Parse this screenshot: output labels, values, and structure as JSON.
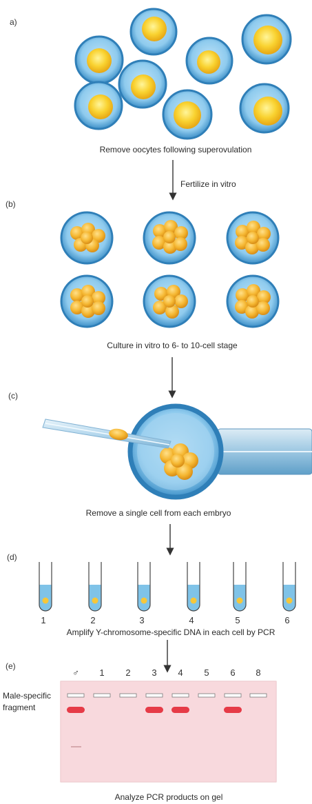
{
  "panels": {
    "a": {
      "label": "a)",
      "caption": "Remove oocytes following superovulation"
    },
    "arrow_ab": {
      "label": "Fertilize in vitro"
    },
    "b": {
      "label": "(b)",
      "caption": "Culture in vitro to 6- to 10-cell stage"
    },
    "c": {
      "label": "(c)",
      "caption": "Remove a single cell from each embryo"
    },
    "d": {
      "label": "(d)",
      "tube_labels": [
        "1",
        "2",
        "3",
        "4",
        "5",
        "6"
      ],
      "caption": "Amplify Y-chromosome-specific DNA in each cell by PCR"
    },
    "e": {
      "label": "(e)",
      "lane_labels": [
        "♂",
        "1",
        "2",
        "3",
        "4",
        "5",
        "6",
        "8"
      ],
      "band_label_line1": "Male-specific",
      "band_label_line2": "fragment",
      "caption": "Analyze PCR products on gel"
    }
  },
  "colors": {
    "zona_blue": "#3d8fc7",
    "yolk_yellow": "#f5c21c",
    "embryo_orange": "#f0a92a",
    "medium_blue": "#7fc3e8",
    "gel_pink": "#f6d3d7",
    "band_red": "#e63b47"
  }
}
